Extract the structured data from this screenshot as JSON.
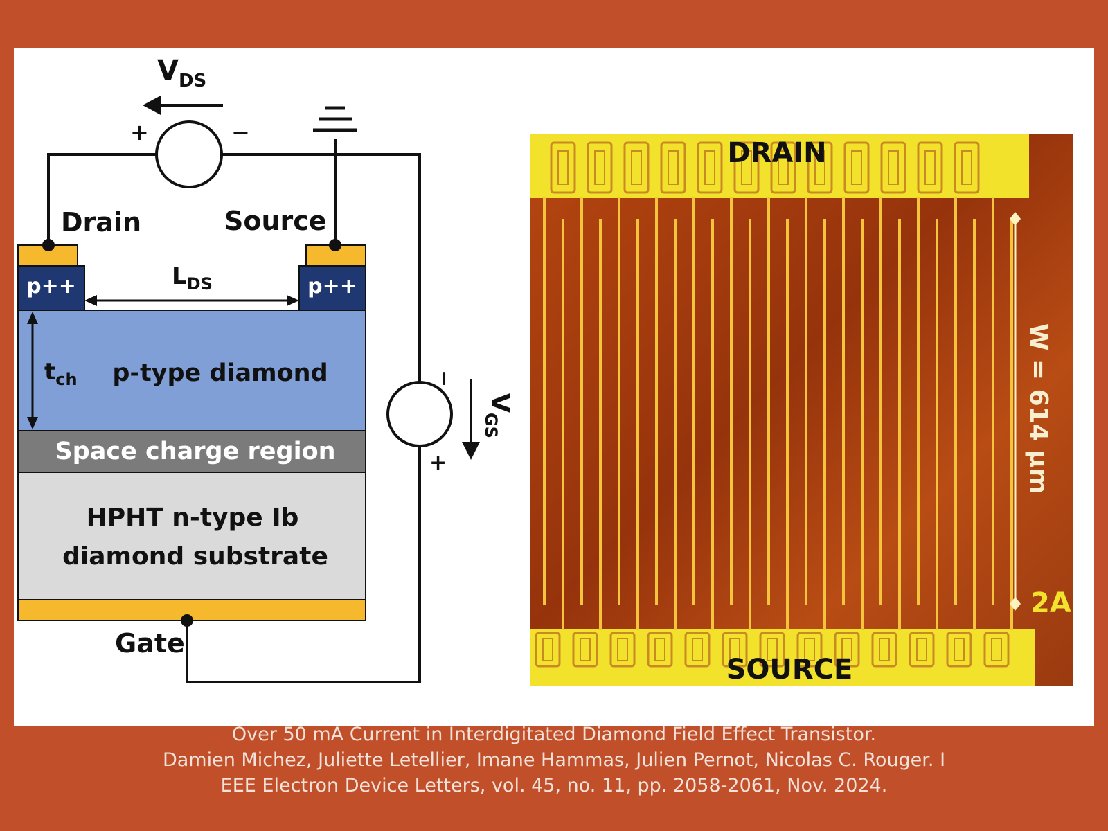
{
  "colors": {
    "background": "#c1502a",
    "panel": "#ffffff",
    "metal": "#f6b92e",
    "p_plus": "#1f3871",
    "p_type": "#7f9fd6",
    "space_charge": "#7b7b7b",
    "substrate": "#dadada",
    "chip": "#a63f10",
    "pad": "#f2e22c"
  },
  "schematic": {
    "vds": {
      "main": "V",
      "sub": "DS"
    },
    "plus": "+",
    "minus": "−",
    "drain": "Drain",
    "source": "Source",
    "p_left": "p++",
    "p_right": "p++",
    "lds": {
      "main": "L",
      "sub": "DS"
    },
    "tch": {
      "main": "t",
      "sub": "ch"
    },
    "p_type": "p-type diamond",
    "space_charge": "Space charge region",
    "substrate_line1": "HPHT n-type Ib",
    "substrate_line2": "diamond substrate",
    "gate": "Gate",
    "vgs": {
      "main": "V",
      "sub": "GS"
    },
    "vgs_minus": "−",
    "vgs_plus": "+"
  },
  "micrograph": {
    "drain": "DRAIN",
    "source": "SOURCE",
    "width": "W = 614 µm",
    "mark": "2A",
    "finger_count": 26
  },
  "caption": {
    "line1": "Over 50 mA Current in Interdigitated Diamond Field Effect Transistor.",
    "line2": "Damien Michez, Juliette Letellier, Imane Hammas, Julien Pernot, Nicolas C. Rouger. I",
    "line3": "EEE Electron Device Letters, vol. 45, no. 11, pp. 2058-2061, Nov. 2024."
  }
}
